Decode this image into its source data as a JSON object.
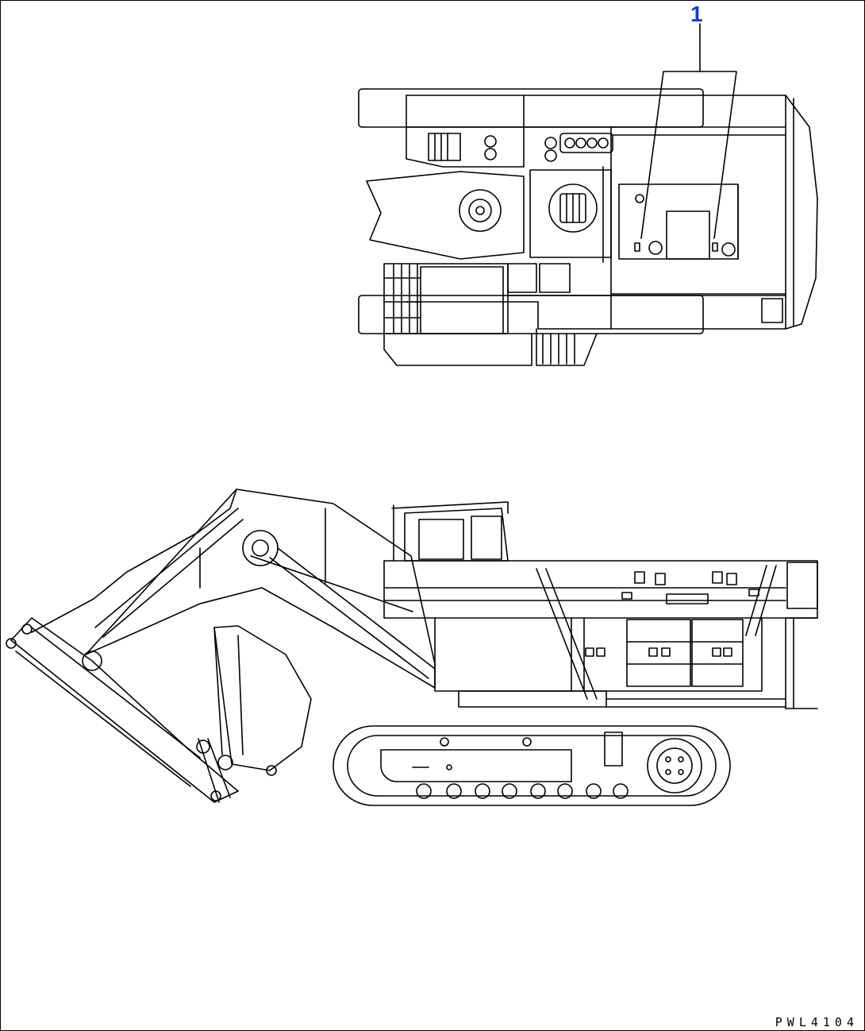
{
  "callout": {
    "number": "1",
    "color": "#1a3cc4"
  },
  "drawing_code": "PWL4104",
  "views": [
    {
      "name": "top-view",
      "icon": "excavator-top-view"
    },
    {
      "name": "side-view",
      "icon": "excavator-side-view"
    }
  ]
}
